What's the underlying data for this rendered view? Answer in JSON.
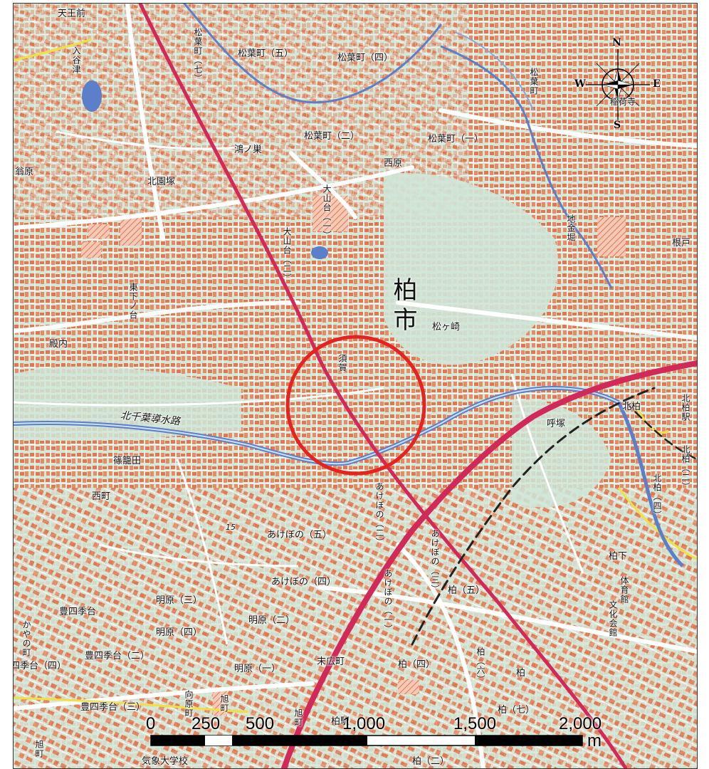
{
  "map": {
    "city_name": "柏市",
    "place_labels": [
      "天王前",
      "入谷津",
      "松葉町（五）",
      "松葉町（四）",
      "松葉町",
      "松葉町（七）",
      "鴻ノ巣",
      "松葉町（二）",
      "松葉町（一）",
      "翁原",
      "北園塚",
      "西原",
      "大山台（一）",
      "大山台（二）",
      "根戸",
      "地金堀",
      "東下ノ台",
      "殿内",
      "松ヶ崎",
      "須賀",
      "北千葉導水路",
      "篠籠田",
      "呼塚",
      "北柏",
      "北柏駅",
      "北柏（二）",
      "北柏（四）",
      "あけぼの（二）",
      "西町",
      "あけぼの（五）",
      "あけぼの（三）",
      "あけぼの（四）",
      "あけぼの（一）",
      "柏下",
      "体育館",
      "文化会館",
      "かやの町",
      "豊四季台",
      "明原（三）",
      "明原（二）",
      "明原（四）",
      "柏（五）",
      "豊四季台（二）",
      "四季台（四）",
      "明原（一）",
      "末広町",
      "柏（四）",
      "柏（六）",
      "柏",
      "柏（七）",
      "豊四季台（三）",
      "向原町",
      "旭町",
      "旭町",
      "柏駅",
      "旭町",
      "気象大学校",
      "柏（二）",
      "稲荷寺",
      "15"
    ]
  },
  "compass": {
    "n": "N",
    "s": "S",
    "e": "E",
    "w": "W"
  },
  "scale_bar": {
    "ticks": [
      "0",
      "250",
      "500",
      "1,000",
      "1,500",
      "2,000"
    ],
    "unit": "m"
  },
  "colors": {
    "background": "#cfe6d8",
    "buildings": "#e2764f",
    "roads": "#ffffff",
    "railway": "#d12a5a",
    "water": "#5b7fc8",
    "site_circle": "#e52421"
  }
}
